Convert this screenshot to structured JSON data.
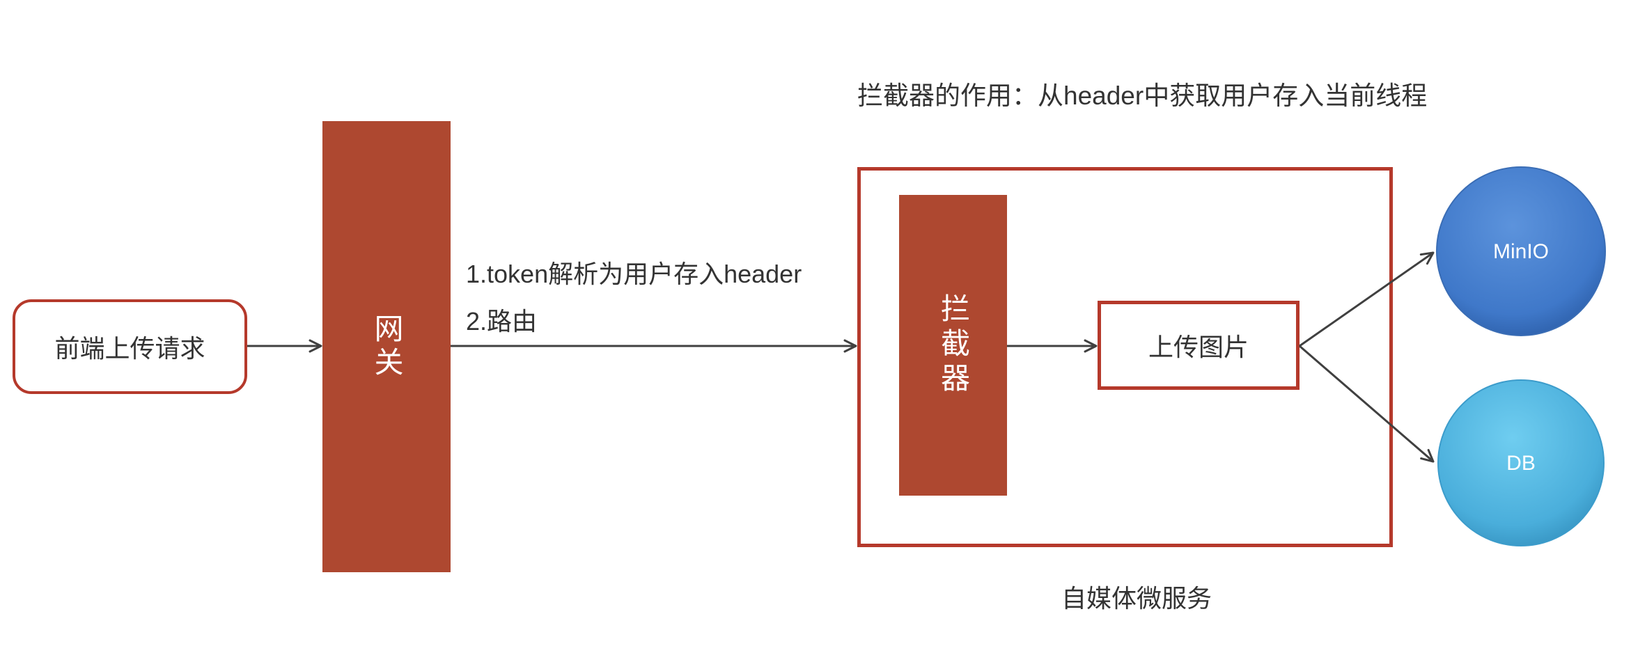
{
  "diagram": {
    "interceptor_note": "拦截器的作用：从header中获取用户存入当前线程",
    "client": {
      "label": "前端上传请求"
    },
    "gateway": {
      "label": "网关"
    },
    "gateway_edge": {
      "line1": "1.token解析为用户存入header",
      "line2": "2.路由"
    },
    "service": {
      "label": "自媒体微服务"
    },
    "interceptor": {
      "label": "拦截器"
    },
    "upload": {
      "label": "上传图片"
    },
    "minio": {
      "label": "MinIO"
    },
    "db": {
      "label": "DB"
    }
  },
  "colors": {
    "block_fill": "#ae4830",
    "border": "#b5392b",
    "minio": "#3f78c9",
    "db": "#4aaedb",
    "arrow": "#404040",
    "text": "#333333"
  }
}
